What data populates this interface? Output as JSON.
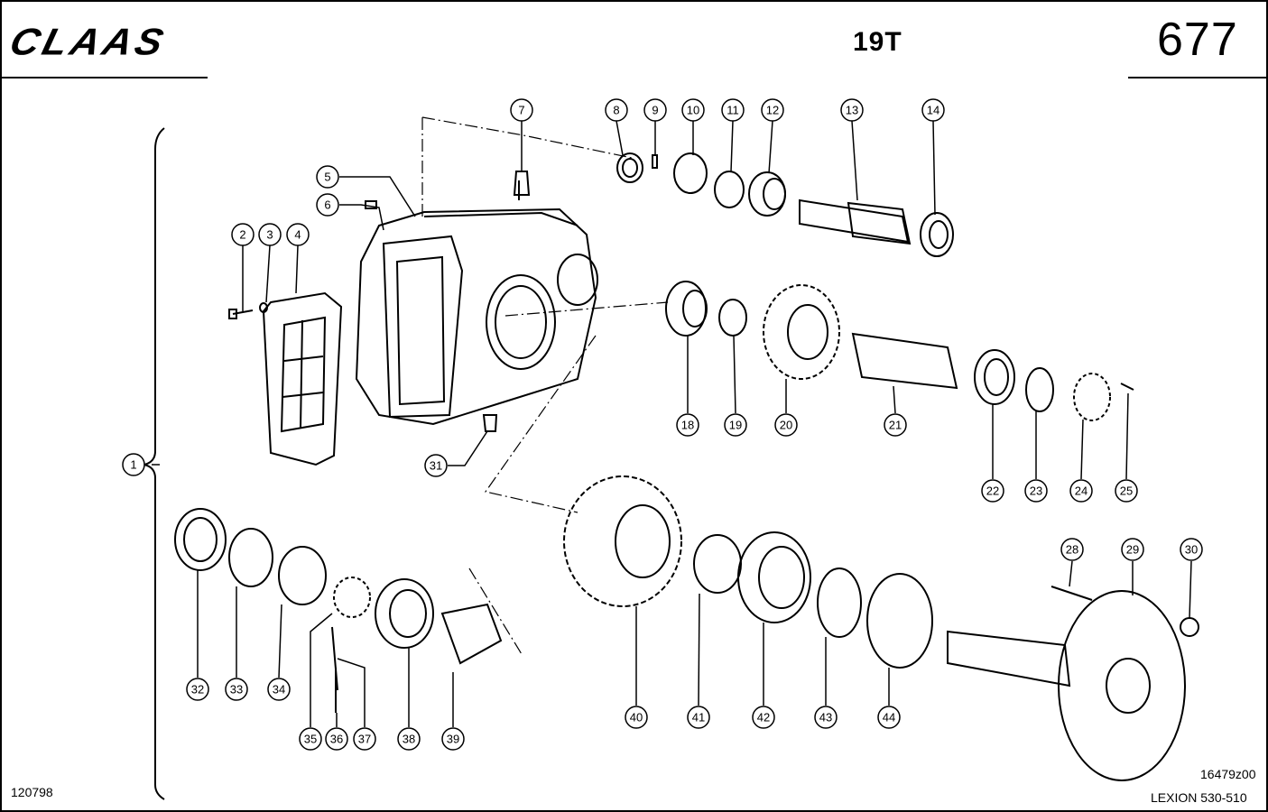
{
  "header": {
    "brand": "CLAAS",
    "group": "19T",
    "page_number": "677"
  },
  "footer": {
    "date_code": "120798",
    "drawing_code": "16479z00",
    "model": "LEXION 530-510"
  },
  "callouts": [
    "1",
    "2",
    "3",
    "4",
    "5",
    "6",
    "7",
    "8",
    "9",
    "10",
    "11",
    "12",
    "13",
    "14",
    "18",
    "19",
    "20",
    "21",
    "22",
    "23",
    "24",
    "25",
    "28",
    "29",
    "30",
    "31",
    "32",
    "33",
    "34",
    "35",
    "36",
    "37",
    "38",
    "39",
    "40",
    "41",
    "42",
    "43",
    "44"
  ]
}
